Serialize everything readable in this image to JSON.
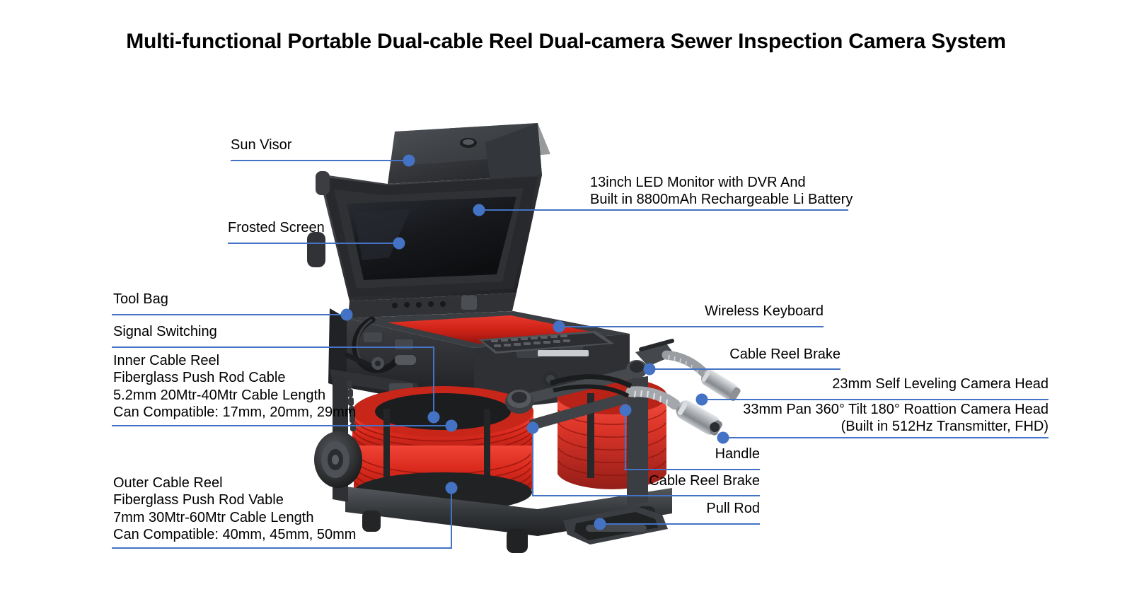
{
  "page": {
    "title": "Multi-functional Portable Dual-cable Reel Dual-camera Sewer Inspection Camera System",
    "background_color": "#ffffff",
    "accent_color": "#4472C4",
    "text_color": "#000000"
  },
  "callouts": {
    "left": [
      {
        "name": "sun-visor",
        "lines": [
          "Sun Visor"
        ],
        "bold_lines": []
      },
      {
        "name": "frosted-screen",
        "lines": [
          "Frosted Screen"
        ],
        "bold_lines": []
      },
      {
        "name": "tool-bag",
        "lines": [
          "Tool Bag"
        ],
        "bold_lines": []
      },
      {
        "name": "signal-switching",
        "lines": [
          "Signal Switching"
        ],
        "bold_lines": []
      },
      {
        "name": "inner-cable-reel",
        "lines": [
          "Inner Cable Reel",
          "Fiberglass Push Rod Cable",
          "5.2mm 20Mtr-40Mtr Cable Length",
          "Can Compatible:  17mm, 20mm, 29mm"
        ],
        "bold_lines": [
          3
        ]
      },
      {
        "name": "outer-cable-reel",
        "lines": [
          "Outer Cable Reel",
          "Fiberglass Push Rod Vable",
          "7mm 30Mtr-60Mtr Cable Length",
          "Can Compatible: 40mm, 45mm, 50mm"
        ],
        "bold_lines": [
          3
        ]
      }
    ],
    "right": [
      {
        "name": "led-monitor",
        "lines": [
          "13inch LED Monitor with DVR And",
          "Built in 8800mAh Rechargeable Li Battery"
        ],
        "bold_lines": []
      },
      {
        "name": "wireless-keyboard",
        "lines": [
          "Wireless Keyboard"
        ],
        "bold_lines": []
      },
      {
        "name": "cable-reel-brake-upper",
        "lines": [
          "Cable Reel Brake"
        ],
        "bold_lines": []
      },
      {
        "name": "self-leveling-camera-head",
        "lines": [
          "23mm Self Leveling Camera Head"
        ],
        "bold_lines": []
      },
      {
        "name": "pan-tilt-camera-head",
        "lines": [
          "33mm Pan 360° Tilt 180° Roattion Camera Head",
          "(Built in 512Hz Transmitter, FHD)"
        ],
        "bold_lines": []
      },
      {
        "name": "handle",
        "lines": [
          "Handle"
        ],
        "bold_lines": []
      },
      {
        "name": "cable-reel-brake-lower",
        "lines": [
          "Cable Reel Brake"
        ],
        "bold_lines": []
      },
      {
        "name": "pull-rod",
        "lines": [
          "Pull Rod"
        ],
        "bold_lines": []
      }
    ]
  },
  "product": {
    "name": "portable-sewer-inspection-camera-system",
    "case_color": "#2b2b2e",
    "panel_color": "#d8281f",
    "screen_color": "#15171a",
    "metal_color": "#b9bcc0"
  }
}
